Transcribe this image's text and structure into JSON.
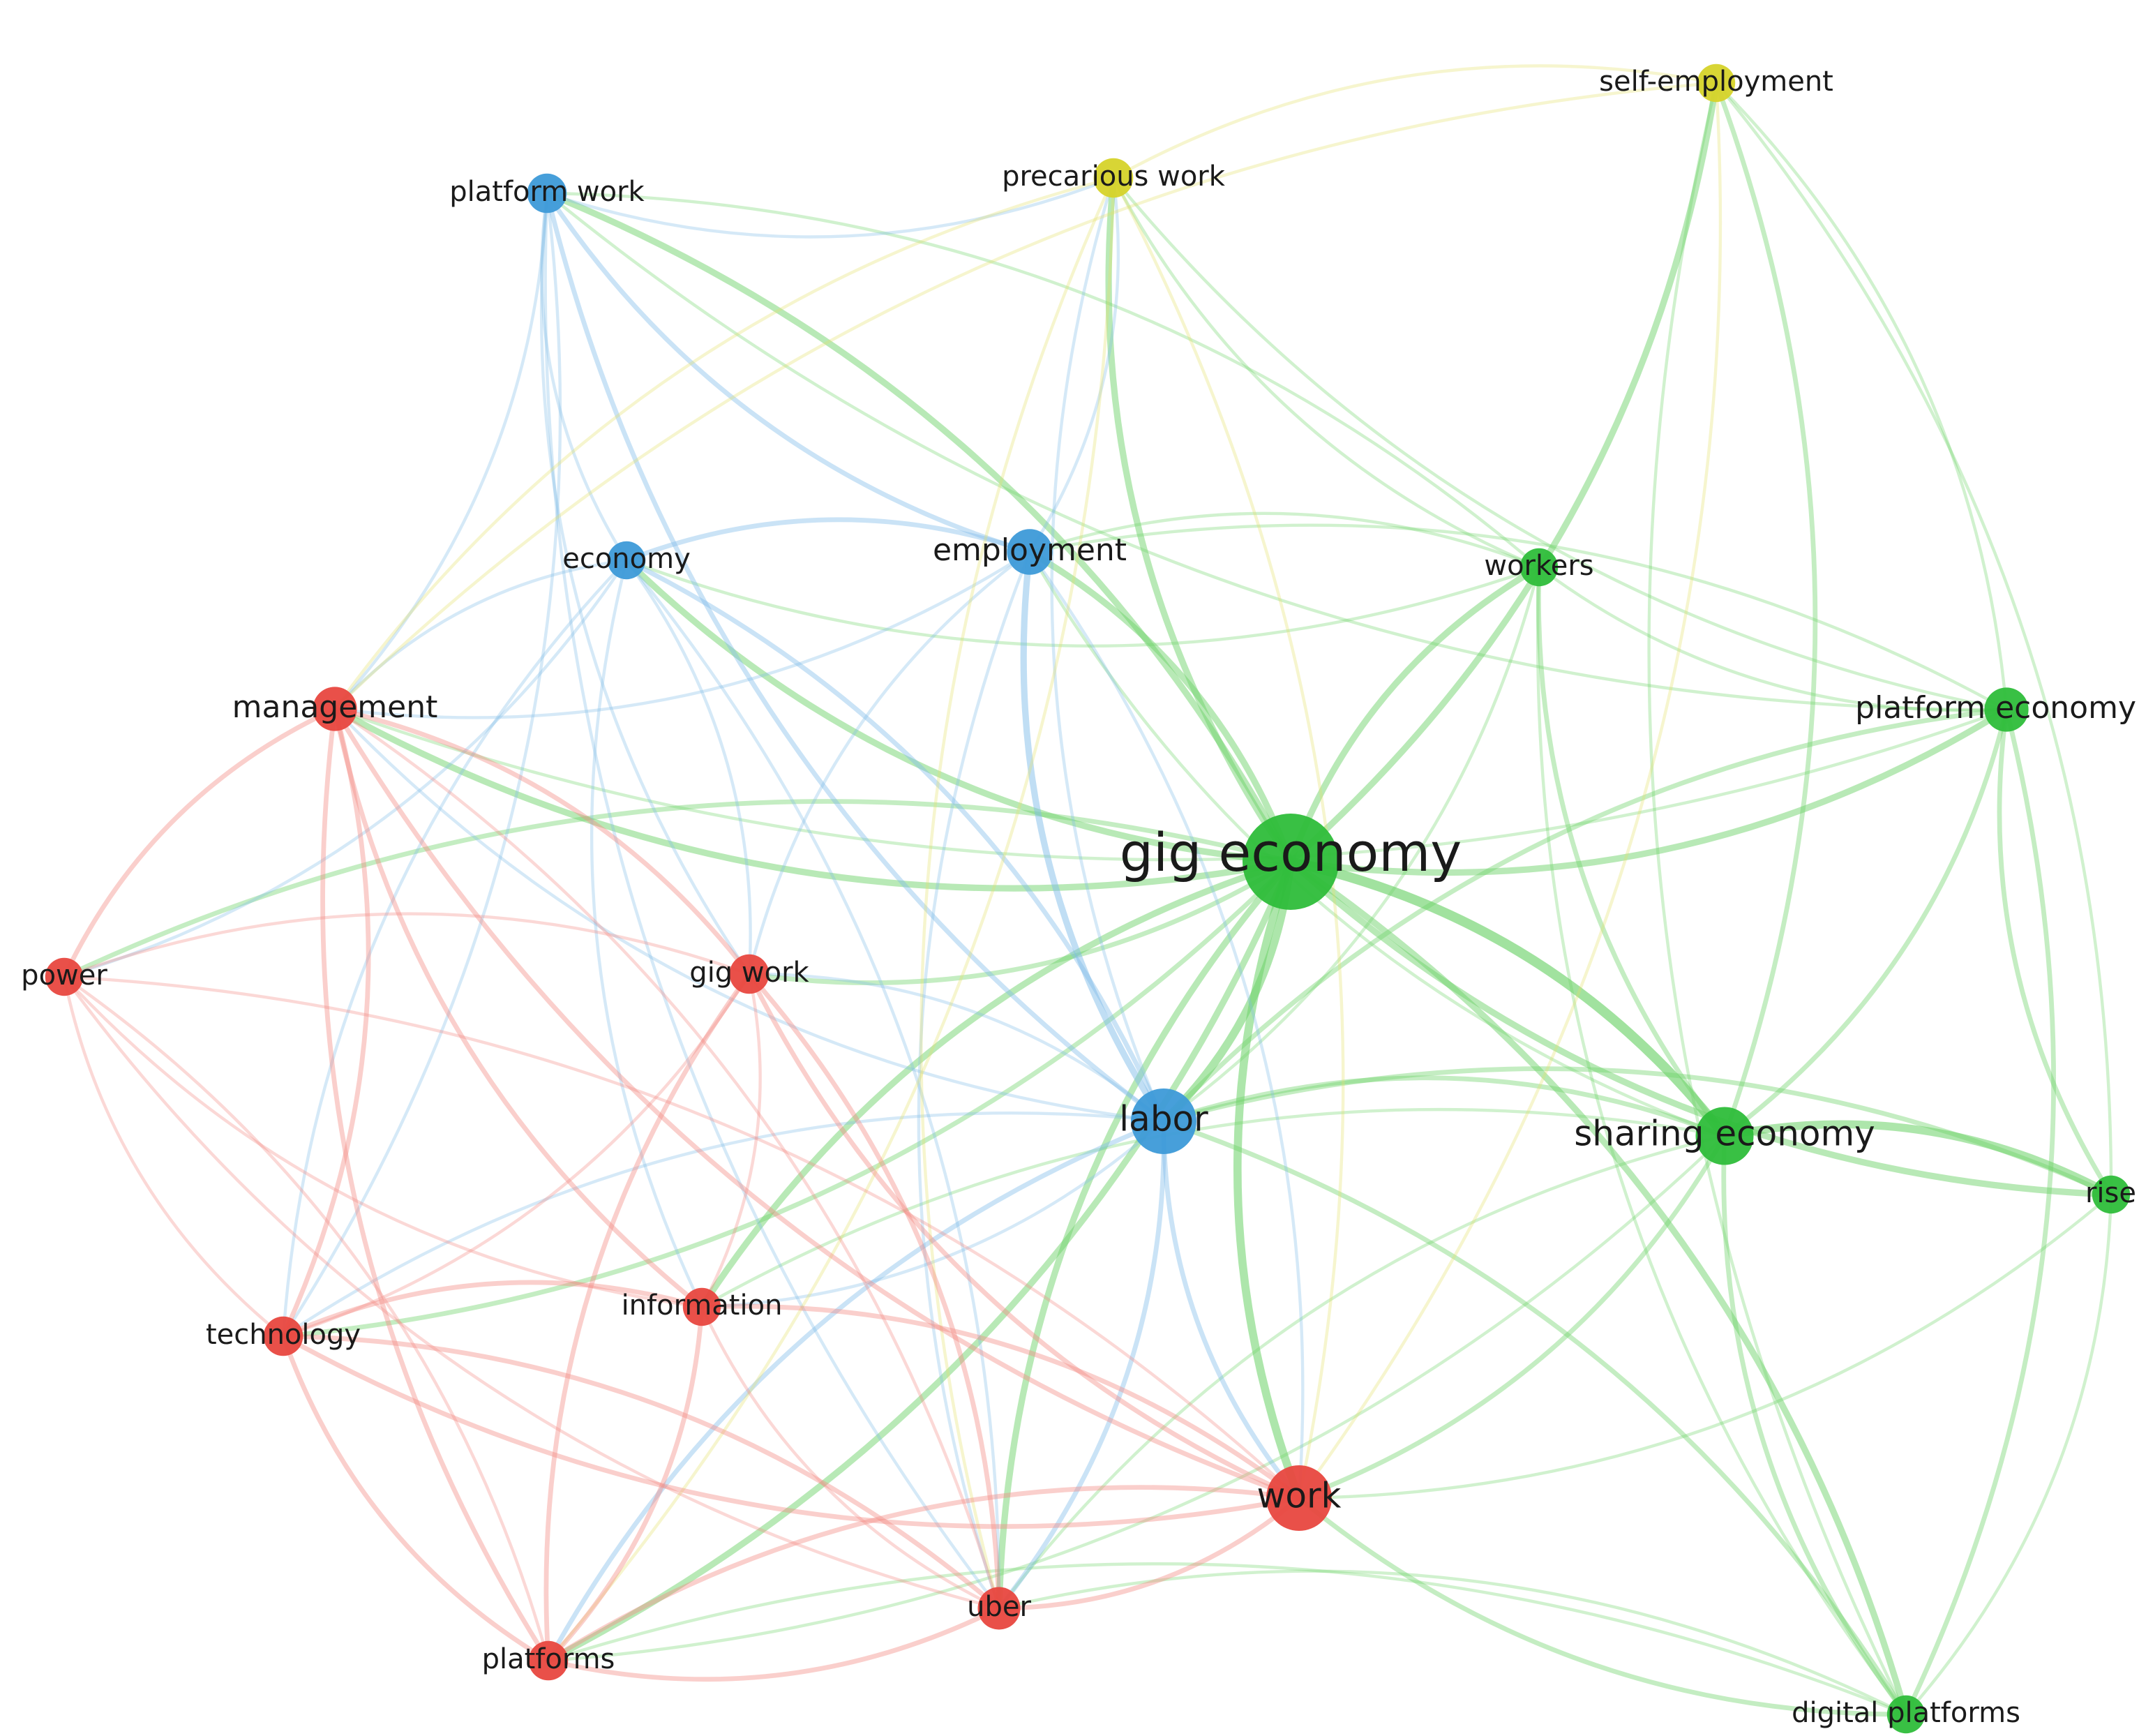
{
  "clusters": {
    "red": {
      "color": "#e8473f",
      "edge": "#f28a83"
    },
    "green": {
      "color": "#2ebd3a",
      "edge": "#6fd36b"
    },
    "blue": {
      "color": "#3d9ad8",
      "edge": "#7fbbe8"
    },
    "yellow": {
      "color": "#d6d32a",
      "edge": "#e3e06a"
    }
  },
  "nodes": [
    {
      "id": "gig-economy",
      "label": "gig economy",
      "cluster": "green",
      "size": 5
    },
    {
      "id": "labor",
      "label": "labor",
      "cluster": "blue",
      "size": 3
    },
    {
      "id": "work",
      "label": "work",
      "cluster": "red",
      "size": 3
    },
    {
      "id": "sharing-economy",
      "label": "sharing economy",
      "cluster": "green",
      "size": 2.5
    },
    {
      "id": "platform-economy",
      "label": "platform economy",
      "cluster": "green",
      "size": 1.6
    },
    {
      "id": "workers",
      "label": "workers",
      "cluster": "green",
      "size": 1.2
    },
    {
      "id": "rise",
      "label": "rise",
      "cluster": "green",
      "size": 1.2
    },
    {
      "id": "digital-platforms",
      "label": "digital platforms",
      "cluster": "green",
      "size": 1.2
    },
    {
      "id": "employment",
      "label": "employment",
      "cluster": "blue",
      "size": 1.7
    },
    {
      "id": "economy",
      "label": "economy",
      "cluster": "blue",
      "size": 1.2
    },
    {
      "id": "platform-work",
      "label": "platform work",
      "cluster": "blue",
      "size": 1.3
    },
    {
      "id": "precarious-work",
      "label": "precarious work",
      "cluster": "yellow",
      "size": 1.3
    },
    {
      "id": "self-employment",
      "label": "self-employment",
      "cluster": "yellow",
      "size": 1.2
    },
    {
      "id": "management",
      "label": "management",
      "cluster": "red",
      "size": 1.6
    },
    {
      "id": "power",
      "label": "power",
      "cluster": "red",
      "size": 1.2
    },
    {
      "id": "gig-work",
      "label": "gig work",
      "cluster": "red",
      "size": 1.3
    },
    {
      "id": "information",
      "label": "information",
      "cluster": "red",
      "size": 1.2
    },
    {
      "id": "technology",
      "label": "technology",
      "cluster": "red",
      "size": 1.3
    },
    {
      "id": "uber",
      "label": "uber",
      "cluster": "red",
      "size": 1.5
    },
    {
      "id": "platforms",
      "label": "platforms",
      "cluster": "red",
      "size": 1.3
    }
  ],
  "links": [
    [
      "gig-economy",
      "labor",
      4
    ],
    [
      "gig-economy",
      "work",
      4
    ],
    [
      "gig-economy",
      "sharing-economy",
      5
    ],
    [
      "gig-economy",
      "platform-economy",
      3
    ],
    [
      "gig-economy",
      "workers",
      3
    ],
    [
      "gig-economy",
      "rise",
      3
    ],
    [
      "gig-economy",
      "digital-platforms",
      3
    ],
    [
      "gig-economy",
      "employment",
      3
    ],
    [
      "gig-economy",
      "economy",
      3
    ],
    [
      "gig-economy",
      "platform-work",
      3
    ],
    [
      "gig-economy",
      "precarious-work",
      3
    ],
    [
      "gig-economy",
      "self-employment",
      3
    ],
    [
      "gig-economy",
      "management",
      3
    ],
    [
      "gig-economy",
      "power",
      2
    ],
    [
      "gig-economy",
      "gig-work",
      2
    ],
    [
      "gig-economy",
      "information",
      3
    ],
    [
      "gig-economy",
      "technology",
      2
    ],
    [
      "gig-economy",
      "uber",
      3
    ],
    [
      "gig-economy",
      "platforms",
      3
    ],
    [
      "sharing-economy",
      "platform-economy",
      2
    ],
    [
      "sharing-economy",
      "rise",
      4
    ],
    [
      "sharing-economy",
      "digital-platforms",
      2
    ],
    [
      "sharing-economy",
      "workers",
      2
    ],
    [
      "sharing-economy",
      "labor",
      2
    ],
    [
      "sharing-economy",
      "work",
      2
    ],
    [
      "sharing-economy",
      "self-employment",
      2
    ],
    [
      "sharing-economy",
      "employment",
      1
    ],
    [
      "sharing-economy",
      "uber",
      1
    ],
    [
      "sharing-economy",
      "platforms",
      1
    ],
    [
      "sharing-economy",
      "information",
      1
    ],
    [
      "platform-economy",
      "workers",
      1
    ],
    [
      "platform-economy",
      "rise",
      2
    ],
    [
      "platform-economy",
      "digital-platforms",
      2
    ],
    [
      "platform-economy",
      "labor",
      2
    ],
    [
      "platform-economy",
      "management",
      1
    ],
    [
      "platform-economy",
      "self-employment",
      1
    ],
    [
      "platform-economy",
      "precarious-work",
      1
    ],
    [
      "platform-economy",
      "employment",
      1
    ],
    [
      "platform-economy",
      "platform-work",
      1
    ],
    [
      "workers",
      "employment",
      1
    ],
    [
      "workers",
      "precarious-work",
      1
    ],
    [
      "workers",
      "digital-platforms",
      1
    ],
    [
      "workers",
      "labor",
      1
    ],
    [
      "workers",
      "platform-work",
      1
    ],
    [
      "workers",
      "economy",
      1
    ],
    [
      "rise",
      "labor",
      2
    ],
    [
      "rise",
      "digital-platforms",
      1
    ],
    [
      "rise",
      "self-employment",
      1
    ],
    [
      "rise",
      "work",
      1
    ],
    [
      "digital-platforms",
      "labor",
      2
    ],
    [
      "digital-platforms",
      "work",
      2
    ],
    [
      "digital-platforms",
      "uber",
      1
    ],
    [
      "digital-platforms",
      "self-employment",
      1
    ],
    [
      "digital-platforms",
      "platforms",
      1
    ],
    [
      "labor",
      "employment",
      3
    ],
    [
      "labor",
      "economy",
      2
    ],
    [
      "labor",
      "platform-work",
      2
    ],
    [
      "labor",
      "work",
      2
    ],
    [
      "labor",
      "uber",
      2
    ],
    [
      "labor",
      "platforms",
      2
    ],
    [
      "labor",
      "management",
      1
    ],
    [
      "labor",
      "gig-work",
      1
    ],
    [
      "labor",
      "information",
      1
    ],
    [
      "labor",
      "technology",
      1
    ],
    [
      "labor",
      "precarious-work",
      1
    ],
    [
      "employment",
      "economy",
      2
    ],
    [
      "employment",
      "platform-work",
      2
    ],
    [
      "employment",
      "precarious-work",
      1
    ],
    [
      "employment",
      "work",
      1
    ],
    [
      "employment",
      "uber",
      1
    ],
    [
      "employment",
      "management",
      1
    ],
    [
      "employment",
      "gig-work",
      1
    ],
    [
      "economy",
      "platform-work",
      1
    ],
    [
      "economy",
      "management",
      1
    ],
    [
      "economy",
      "gig-work",
      1
    ],
    [
      "economy",
      "information",
      1
    ],
    [
      "economy",
      "power",
      1
    ],
    [
      "economy",
      "technology",
      1
    ],
    [
      "economy",
      "uber",
      1
    ],
    [
      "platform-work",
      "precarious-work",
      1
    ],
    [
      "platform-work",
      "management",
      1
    ],
    [
      "platform-work",
      "gig-work",
      1
    ],
    [
      "platform-work",
      "technology",
      1
    ],
    [
      "platform-work",
      "uber",
      1
    ],
    [
      "precarious-work",
      "self-employment",
      1
    ],
    [
      "precarious-work",
      "management",
      1
    ],
    [
      "precarious-work",
      "work",
      1
    ],
    [
      "precarious-work",
      "uber",
      1
    ],
    [
      "precarious-work",
      "platforms",
      1
    ],
    [
      "self-employment",
      "management",
      1
    ],
    [
      "self-employment",
      "work",
      1
    ],
    [
      "management",
      "power",
      2
    ],
    [
      "management",
      "gig-work",
      2
    ],
    [
      "management",
      "information",
      2
    ],
    [
      "management",
      "technology",
      2
    ],
    [
      "management",
      "work",
      2
    ],
    [
      "management",
      "uber",
      1
    ],
    [
      "management",
      "platforms",
      2
    ],
    [
      "power",
      "gig-work",
      1
    ],
    [
      "power",
      "technology",
      1
    ],
    [
      "power",
      "work",
      1
    ],
    [
      "power",
      "uber",
      1
    ],
    [
      "power",
      "platforms",
      1
    ],
    [
      "power",
      "information",
      1
    ],
    [
      "gig-work",
      "information",
      1
    ],
    [
      "gig-work",
      "work",
      2
    ],
    [
      "gig-work",
      "uber",
      2
    ],
    [
      "gig-work",
      "platforms",
      2
    ],
    [
      "gig-work",
      "technology",
      1
    ],
    [
      "information",
      "technology",
      2
    ],
    [
      "information",
      "work",
      2
    ],
    [
      "information",
      "uber",
      1
    ],
    [
      "information",
      "platforms",
      2
    ],
    [
      "technology",
      "work",
      2
    ],
    [
      "technology",
      "uber",
      2
    ],
    [
      "technology",
      "platforms",
      2
    ],
    [
      "work",
      "uber",
      2
    ],
    [
      "work",
      "platforms",
      2
    ],
    [
      "uber",
      "platforms",
      2
    ]
  ]
}
